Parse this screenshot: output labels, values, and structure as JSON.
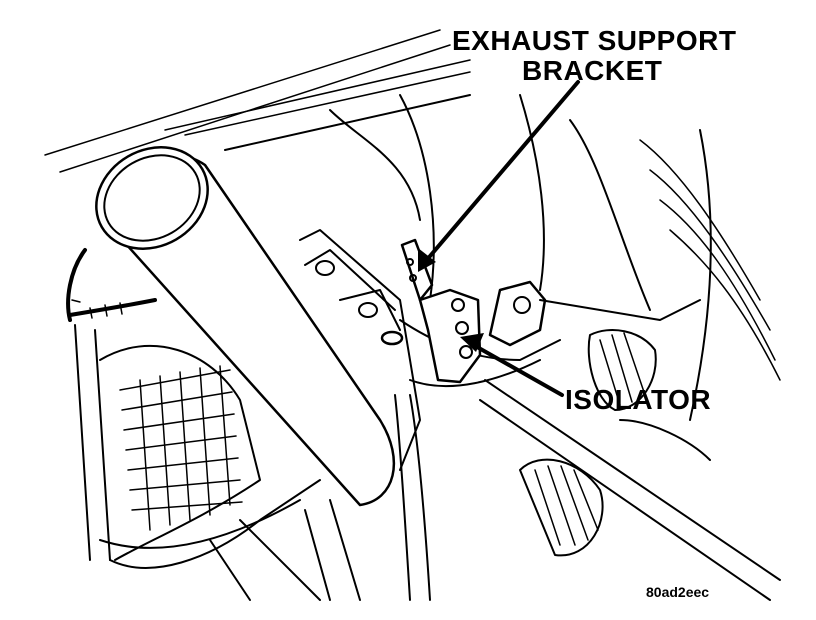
{
  "labels": {
    "bracket_line1": "EXHAUST SUPPORT",
    "bracket_line2": "BRACKET",
    "isolator": "ISOLATOR"
  },
  "figure_id": "80ad2eec",
  "colors": {
    "ink": "#000000",
    "paper": "#ffffff"
  }
}
